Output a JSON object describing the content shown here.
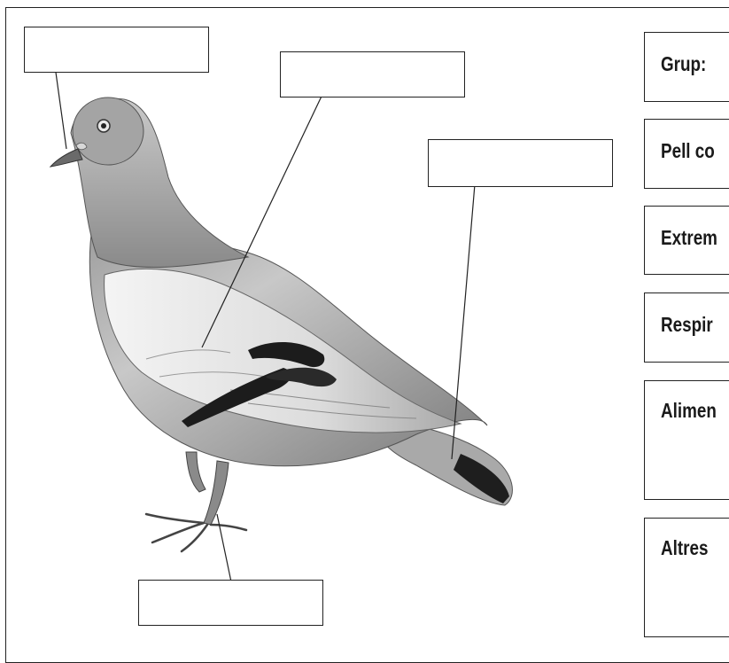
{
  "info_fields": [
    {
      "label": "Grup:"
    },
    {
      "label": "Pell co"
    },
    {
      "label": "Extrem"
    },
    {
      "label": "Respir"
    },
    {
      "label": "Alimen"
    },
    {
      "label": "Altres"
    }
  ],
  "label_boxes": [
    {
      "value": ""
    },
    {
      "value": ""
    },
    {
      "value": ""
    },
    {
      "value": ""
    }
  ]
}
